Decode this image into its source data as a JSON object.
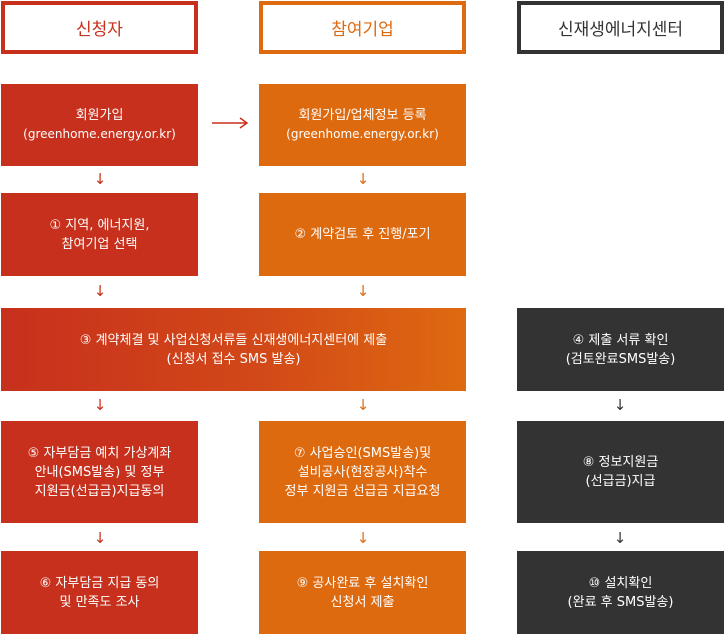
{
  "headers": {
    "applicant": {
      "label": "신청자",
      "color": "#c7301d"
    },
    "company": {
      "label": "참여기업",
      "color": "#de6a10"
    },
    "center": {
      "label": "신재생에너지센터",
      "color": "#333333"
    }
  },
  "colors": {
    "red": "#c7301d",
    "orange": "#de6a10",
    "black": "#333333"
  },
  "boxes": {
    "a1": [
      "회원가입",
      "(greenhome.energy.or.kr)"
    ],
    "b1": [
      "회원가입/업체정보 등록",
      "(greenhome.energy.or.kr)"
    ],
    "a2": [
      "① 지역, 에너지원,",
      "참여기업 선택"
    ],
    "b2": [
      "② 계약검토 후 진행/포기"
    ],
    "wide": [
      "③ 계약체결 및 사업신청서류들 신재생에너지센터에 제출",
      "(신청서 접수 SMS 발송)"
    ],
    "c3": [
      "④ 제출 서류 확인",
      "(검토완료SMS발송)"
    ],
    "a4": [
      "⑤ 자부담금 예치 가상계좌",
      "안내(SMS발송) 및 정부",
      "지원금(선급금)지급동의"
    ],
    "b4": [
      "⑦ 사업승인(SMS발송)및",
      "설비공사(현장공사)착수",
      "정부 지원금 선급금 지급요청"
    ],
    "c4": [
      "⑧ 정보지원금",
      "(선급금)지급"
    ],
    "a5": [
      "⑥ 자부담금 지급 동의",
      "및 만족도 조사"
    ],
    "b5": [
      "⑨ 공사완료 후 설치확인",
      "신청서 제출"
    ],
    "c5": [
      "⑩ 설치확인",
      "(완료 후 SMS발송)"
    ]
  },
  "arrow_glyph": "↓"
}
